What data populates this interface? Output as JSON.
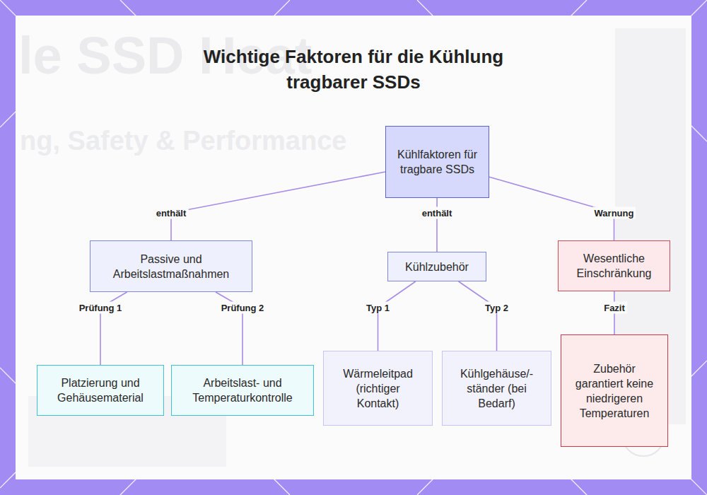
{
  "diagram": {
    "title": "Wichtige Faktoren für die Kühlung tragbarer SSDs",
    "nodes": [
      {
        "text": [
          "Kühlfaktoren für tragbare SSDs"
        ]
      },
      {
        "text": [
          "Passive und Arbeitslastmaßnahmen"
        ]
      },
      {
        "text": [
          "Kühlzubehör"
        ]
      },
      {
        "text": [
          "Wesentliche Einschränkung"
        ]
      },
      {
        "text": [
          "Platzierung und Gehäusematerial"
        ]
      },
      {
        "text": [
          "Arbeitslast- und Temperaturkontrolle"
        ]
      },
      {
        "text": [
          "Wärmeleitpad (richtiger Kontakt)"
        ]
      },
      {
        "text": [
          "Kühlgehäuse/-ständer (bei Bedarf)"
        ]
      },
      {
        "text": [
          "Zubehör garantiert keine niedrigeren Temperaturen"
        ]
      }
    ],
    "edges": [
      {
        "from": 0,
        "to": 1,
        "label": "enthält",
        "arrow": "none"
      },
      {
        "from": 0,
        "to": 2,
        "label": "enthält",
        "arrow": "none"
      },
      {
        "from": 0,
        "to": 3,
        "label": "Warnung",
        "arrow": "none"
      },
      {
        "from": 1,
        "to": 4,
        "label": "Prüfung 1",
        "arrow": "none"
      },
      {
        "from": 1,
        "to": 5,
        "label": "Prüfung 2",
        "arrow": "none"
      },
      {
        "from": 2,
        "to": 6,
        "label": "Typ 1",
        "arrow": "none"
      },
      {
        "from": 2,
        "to": 7,
        "label": "Typ 2",
        "arrow": "none"
      },
      {
        "from": 3,
        "to": 8,
        "label": "Fazit",
        "arrow": "none"
      }
    ],
    "labels": [
      "le SSD Heat",
      "ng, Safety & Performance"
    ]
  }
}
